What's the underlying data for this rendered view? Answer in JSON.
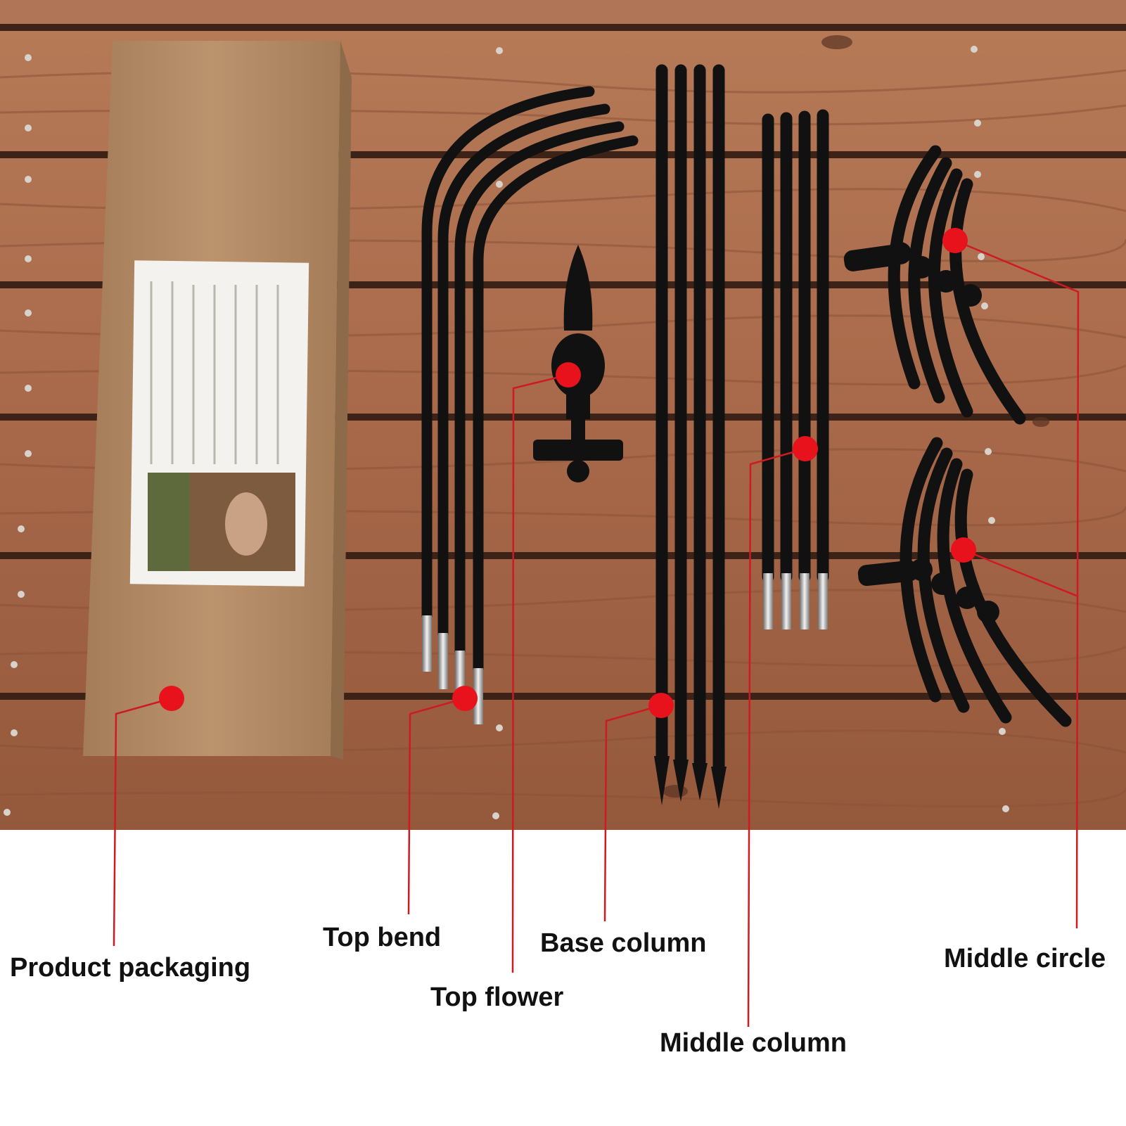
{
  "labels": {
    "product_packaging": "Product packaging",
    "top_bend": "Top bend",
    "top_flower": "Top flower",
    "base_column": "Base column",
    "middle_column": "Middle column",
    "middle_circle": "Middle circle"
  },
  "colors": {
    "wood": "#a7694a",
    "wood_dark": "#5a3324",
    "box": "#b48c66",
    "metal": "#111111",
    "marker": "#e8121c",
    "leader_line": "#cc1b22",
    "background": "#ffffff"
  }
}
